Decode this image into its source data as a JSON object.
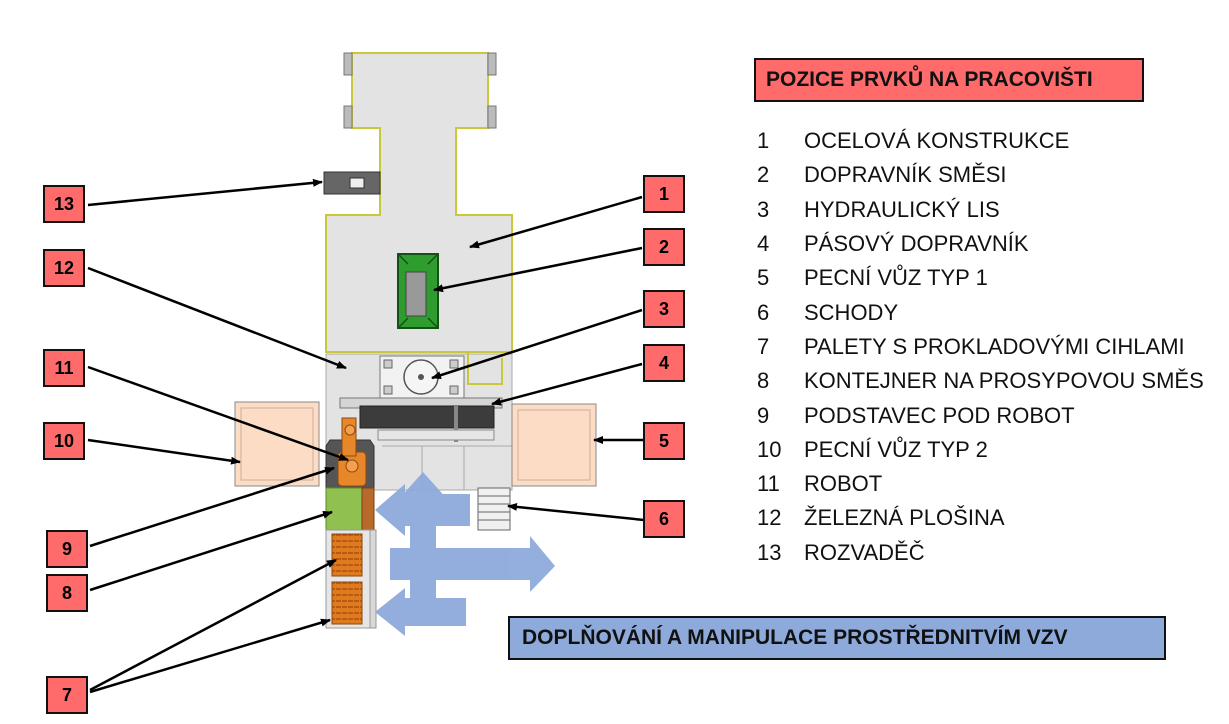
{
  "title": "POZICE PRVKŮ NA PRACOVIŠTI",
  "legend": [
    {
      "num": "1",
      "label": "OCELOVÁ KONSTRUKCE"
    },
    {
      "num": "2",
      "label": "DOPRAVNÍK SMĚSI"
    },
    {
      "num": "3",
      "label": "HYDRAULICKÝ LIS"
    },
    {
      "num": "4",
      "label": "PÁSOVÝ DOPRAVNÍK"
    },
    {
      "num": "5",
      "label": "PECNÍ VŮZ TYP 1"
    },
    {
      "num": "6",
      "label": "SCHODY"
    },
    {
      "num": "7",
      "label": "PALETY S PROKLADOVÝMI CIHLAMI"
    },
    {
      "num": "8",
      "label": "KONTEJNER NA PROSYPOVOU SMĚS"
    },
    {
      "num": "9",
      "label": "PODSTAVEC POD ROBOT"
    },
    {
      "num": "10",
      "label": "PECNÍ VŮZ TYP 2"
    },
    {
      "num": "11",
      "label": "ROBOT"
    },
    {
      "num": "12",
      "label": "ŽELEZNÁ PLOŠINA"
    },
    {
      "num": "13",
      "label": "ROZVADĚČ"
    }
  ],
  "callouts": {
    "c1": "1",
    "c2": "2",
    "c3": "3",
    "c4": "4",
    "c5": "5",
    "c6": "6",
    "c7": "7",
    "c8": "8",
    "c9": "9",
    "c10": "10",
    "c11": "11",
    "c12": "12",
    "c13": "13"
  },
  "vzv_label": "DOPLŇOVÁNÍ A MANIPULACE PROSTŘEDNITVÍM VZV",
  "colors": {
    "callout_fill": "#ff6b6b",
    "vzv_fill": "#8eaadb",
    "structure_fill": "#e3e3e3",
    "structure_outline": "#c8c83a",
    "conveyor_green": "#2e9c2e",
    "kiln_car": "#fcdcc4",
    "robot_orange": "#e8862a",
    "pallet_orange": "#e07a1e",
    "base_green": "#8fc050",
    "arrow_blue": "#8eaadb"
  }
}
